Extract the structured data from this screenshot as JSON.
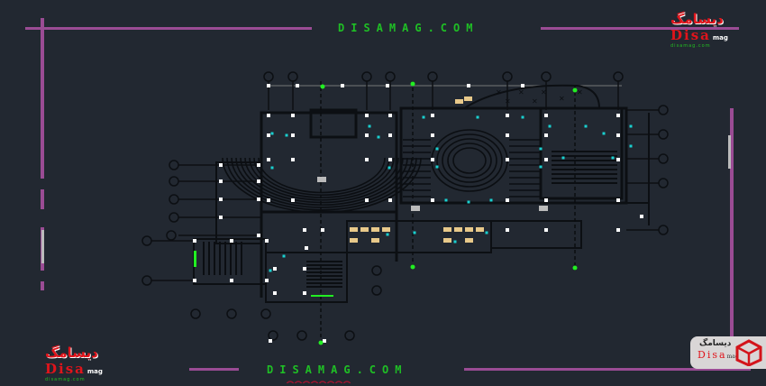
{
  "watermark": {
    "top_text": "DISAMAG.COM",
    "bottom_text": "DISAMAG.COM"
  },
  "logos": {
    "persian_name": "دیسامگ",
    "brand": "Disa",
    "brand_suffix": "mag",
    "site": "disamag.com"
  },
  "badge": {
    "persian_name": "دیسامگ",
    "brand": "Disa",
    "brand_suffix": "mag",
    "icon": "disa-cube-logo-icon"
  },
  "colors": {
    "background": "#222831",
    "frame": "#9a4c94",
    "watermark": "#1fbf25",
    "brand_red": "#e0141b",
    "cad_lines": "#0c0f13",
    "cad_nodes": "#ffffff",
    "cad_cyan": "#19d0d0",
    "cad_green": "#22ee22",
    "cad_furniture": "#e8c98a"
  }
}
